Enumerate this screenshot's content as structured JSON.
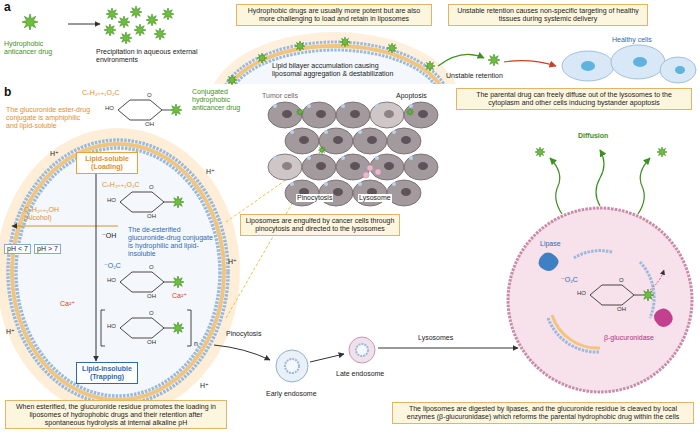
{
  "diagram": {
    "nodes": [
      {
        "text": [
          "Hydrophobic drugs are usually more potent but are also more challenging to load and retain in liposomes"
        ]
      },
      {
        "text": [
          "Unstable retention causes non-specific targeting of healthy tissues during systemic delivery"
        ]
      },
      {
        "text": [
          "Lipid-soluble (Loading)"
        ]
      },
      {
        "text": [
          "Lipid-insoluble (Trapping)"
        ]
      },
      {
        "text": [
          "When esterified, the glucuronide residue promotes the loading in liposomes of hydrophobic drugs and their retention after spontaneous hydrolysis at internal alkaline pH"
        ]
      },
      {
        "text": [
          "The parental drug can freely diffuse out of the lysosomes to the cytoplasm and other cells inducing bystander apoptosis"
        ]
      },
      {
        "text": [
          "Liposomes are engulfed by cancer cells through pinocytosis and directed to the lysosomes"
        ]
      },
      {
        "text": [
          "The liposomes are digested by lipases, and the glucuronide residue is cleaved by local enzymes (β-glucuronidase) which reforms the parental hydrophobic drug within the cells"
        ]
      }
    ],
    "edges": [
      {
        "from": 2,
        "to": 3,
        "arrow": "to"
      }
    ],
    "labels": [
      "a",
      "Hydrophobic anticancer drug",
      "Precipitation in aqueous external environments",
      "Lipid bilayer accumulation causing liposomal aggregation & destabilization",
      "Unstable retention",
      "Healthy cells",
      "b",
      "CₙH₂ₙ₊₁O₂C",
      "O",
      "HO",
      "OH",
      "Conjugated hydrophobic anticancer drug",
      "The glucuronide ester-drug conjugate is amphiphilic and lipid-soluble",
      "H⁺",
      "H⁺",
      "CₙH₂ₙ₊₁O₂C",
      "O",
      "HO",
      "OH",
      "CₙH₂ₙ₊₁OH (Alcohol)",
      "⁻OH",
      "pH < 7",
      "pH > 7",
      "The de-esterified glucuronide-drug conjugate is hydrophilic and lipid-insoluble",
      "⁻O₂C",
      "O",
      "HO",
      "OH",
      "Ca²⁺",
      "Ca²⁺",
      "O",
      "HO",
      "OH",
      "n",
      "H⁺",
      "H⁺",
      "H⁺",
      "Tumor cells",
      "Apoptosis",
      "Pinocytosis",
      "Lysosome",
      "Diffusion",
      "Lipase",
      "⁻O₂C",
      "O",
      "HO",
      "OH",
      "β-glucuronidase",
      "Pinocytosis",
      "Early endosome",
      "Late endosome",
      "Lysosomes"
    ]
  }
}
